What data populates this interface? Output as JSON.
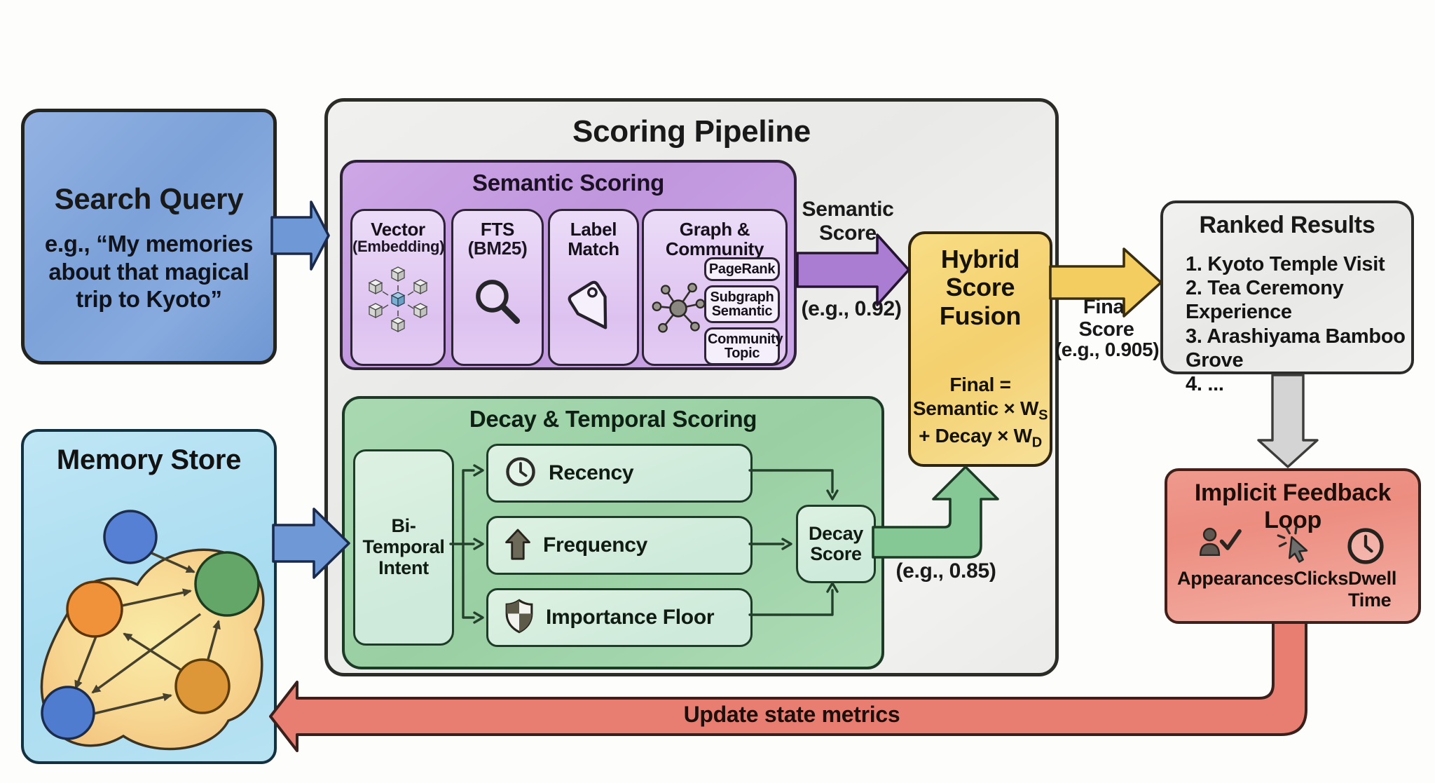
{
  "diagram_title": "Scoring Pipeline",
  "colors": {
    "search_blue": "#7ca2d9",
    "memory_cyan": "#a9dcf0",
    "semantic_purple": "#c096dd",
    "method_purple_light": "#ddc2f0",
    "decay_green": "#99cfa3",
    "factor_green_light": "#def1e2",
    "hybrid_yellow": "#f4d06e",
    "pipeline_gray": "#ededeb",
    "feedback_red": "#ec8d80",
    "arrow_blue": "#6f99d6",
    "arrow_purple": "#aa7dd3",
    "arrow_yellow": "#f3cd60",
    "arrow_green": "#85c795",
    "arrow_gray": "#d4d4d4",
    "arrow_red": "#e87e71"
  },
  "search_query": {
    "title": "Search Query",
    "example": "e.g., “My memories about that magical trip to Kyoto”"
  },
  "memory_store": {
    "title": "Memory Store",
    "graph_icon": "memory-graph-nodes"
  },
  "pipeline": {
    "title": "Scoring Pipeline"
  },
  "semantic": {
    "title": "Semantic Scoring",
    "methods": [
      {
        "title": "Vector",
        "subtitle": "(Embedding)",
        "icon": "embedding-cubes-icon"
      },
      {
        "title": "FTS",
        "subtitle": "(BM25)",
        "icon": "search-icon"
      },
      {
        "title": "Label Match",
        "subtitle": "",
        "icon": "tag-icon"
      },
      {
        "title": "Graph & Community",
        "subtitle": "",
        "icon": "network-icon",
        "pills": [
          "PageRank",
          "Subgraph Semantic",
          "Community Topic"
        ]
      }
    ],
    "output_label": "Semantic Score",
    "output_example": "(e.g., 0.92)"
  },
  "hybrid": {
    "title": "Hybrid Score Fusion",
    "formula_line1": "Final =",
    "formula_line2": "Semantic × W",
    "formula_line2_sub": "S",
    "formula_line3": "+ Decay × W",
    "formula_line3_sub": "D",
    "output_label": "Final Score",
    "output_example": "(e.g., 0.905)"
  },
  "ranked_results": {
    "title": "Ranked Results",
    "items": [
      "1. Kyoto Temple Visit",
      "2. Tea Ceremony Experience",
      "3. Arashiyama Bamboo Grove",
      "4. ..."
    ]
  },
  "decay": {
    "title": "Decay & Temporal Scoring",
    "input": "Bi-Temporal Intent",
    "factors": [
      {
        "label": "Recency",
        "icon": "clock-icon"
      },
      {
        "label": "Frequency",
        "icon": "up-arrow-icon"
      },
      {
        "label": "Importance Floor",
        "icon": "shield-icon"
      }
    ],
    "output": "Decay Score",
    "output_example": "(e.g., 0.85)"
  },
  "feedback": {
    "title": "Implicit Feedback Loop",
    "signals": [
      {
        "label": "Appearances",
        "icon": "person-check-icon"
      },
      {
        "label": "Clicks",
        "icon": "cursor-click-icon"
      },
      {
        "label": "Dwell Time",
        "icon": "clock-icon"
      }
    ]
  },
  "update_arrow": {
    "label": "Update state metrics"
  }
}
